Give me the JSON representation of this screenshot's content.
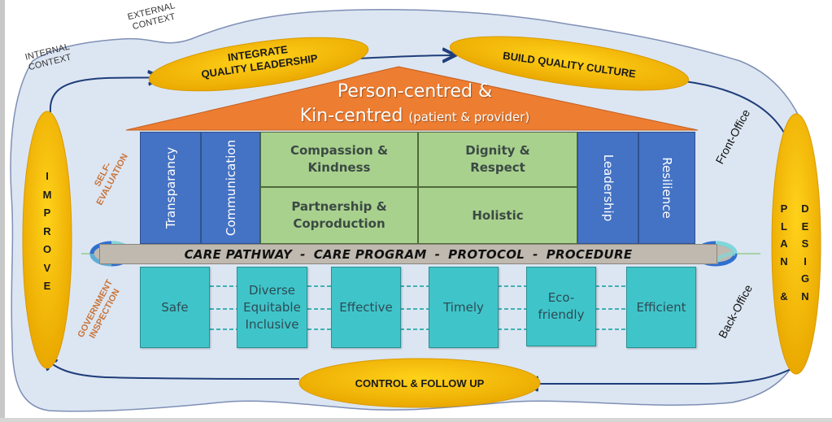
{
  "title": "Person-centred quality framework house diagram",
  "context": {
    "internal": [
      "INTERNAL",
      "CONTEXT"
    ],
    "external": [
      "EXTERNAL",
      "CONTEXT"
    ]
  },
  "cycle": {
    "integrate": [
      "INTEGRATE",
      "QUALITY LEADERSHIP"
    ],
    "build": "BUILD QUALITY CULTURE",
    "plan_design": {
      "left_letters": [
        "P",
        "L",
        "A",
        "N",
        "&"
      ],
      "right_letters": [
        "D",
        "E",
        "S",
        "I",
        "G",
        "N"
      ]
    },
    "control": "CONTROL & FOLLOW UP",
    "improve_letters": [
      "I",
      "M",
      "P",
      "R",
      "O",
      "V",
      "E"
    ]
  },
  "roof": {
    "line1": "Person-centred &",
    "line2_main": "Kin-centred",
    "line2_sub": "(patient & provider)"
  },
  "upper_pillars": {
    "blue_left": [
      "Transparancy",
      "Communication"
    ],
    "green": [
      [
        "Compassion &",
        "Kindness"
      ],
      [
        "Dignity &",
        "Respect"
      ],
      [
        "Partnership &",
        "Coproduction"
      ],
      [
        "Holistic"
      ]
    ],
    "blue_right": [
      "Leadership",
      "Resilience"
    ]
  },
  "beam": {
    "items": [
      "CARE PATHWAY",
      "CARE PROGRAM",
      "PROTOCOL",
      "PROCEDURE"
    ],
    "separator": "-"
  },
  "lower_pillars": [
    [
      "Safe"
    ],
    [
      "Diverse",
      "Equitable",
      "Inclusive"
    ],
    [
      "Effective"
    ],
    [
      "Timely"
    ],
    [
      "Eco-",
      "friendly"
    ],
    [
      "Efficient"
    ]
  ],
  "side_labels": {
    "self_evaluation": [
      "SELF-",
      "EVALUATION"
    ],
    "government_inspection": [
      "GOVERNMENT",
      "INSPECTION"
    ],
    "front_office": "Front-Office",
    "back_office": "Back-Office"
  },
  "colors": {
    "cloud_fill": "#dce6f2",
    "ellipse_yellow": "#f5b800",
    "roof_orange": "#ed7d31",
    "pillar_blue": "#4472c4",
    "pillar_green": "#a9d18e",
    "pillar_teal": "#3fc5c9",
    "beam_gray": "#bfb9b0",
    "arrow_navy": "#1f3d7a",
    "label_orange": "#c8743a"
  }
}
